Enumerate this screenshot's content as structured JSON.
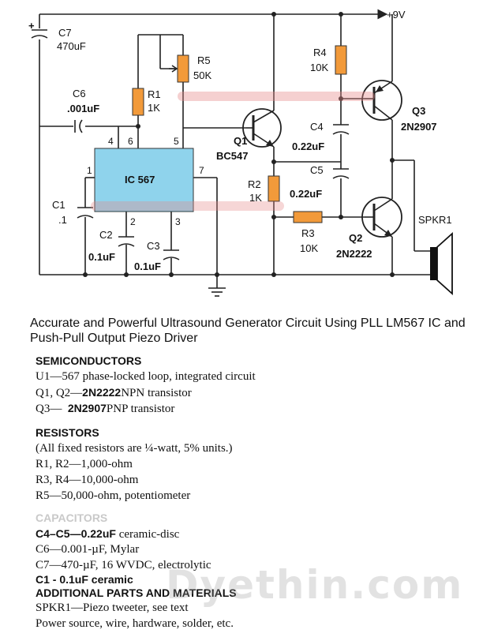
{
  "schematic": {
    "supply": "+9V",
    "ic": {
      "name": "IC 567",
      "pins": [
        "1",
        "4",
        "6",
        "5",
        "7",
        "2",
        "3"
      ]
    },
    "components": {
      "c7": {
        "ref": "C7",
        "value": "470uF"
      },
      "c6": {
        "ref": "C6",
        "value": ".001uF"
      },
      "r1": {
        "ref": "R1",
        "value": "1K"
      },
      "r5": {
        "ref": "R5",
        "value": "50K"
      },
      "r4": {
        "ref": "R4",
        "value": "10K"
      },
      "q1": {
        "ref": "Q1",
        "value": "BC547"
      },
      "q3": {
        "ref": "Q3",
        "value": "2N2907"
      },
      "c4": {
        "ref": "C4",
        "value": "0.22uF"
      },
      "c5": {
        "ref": "C5",
        "value": "0.22uF"
      },
      "r2": {
        "ref": "R2",
        "value": "1K"
      },
      "c1": {
        "ref": "C1",
        "value": ".1"
      },
      "c2": {
        "ref": "C2",
        "value": "0.1uF"
      },
      "c3": {
        "ref": "C3",
        "value": "0.1uF"
      },
      "r3": {
        "ref": "R3",
        "value": "10K"
      },
      "q2": {
        "ref": "Q2",
        "value": "2N2222"
      },
      "spkr": {
        "ref": "SPKR1"
      }
    }
  },
  "caption": "Accurate and Powerful Ultrasound Generator Circuit Using PLL LM567 IC and Push-Pull Output Piezo Driver",
  "parts_list": {
    "semiconductors": {
      "heading": "SEMICONDUCTORS",
      "u1": "U1—567 phase-locked loop, integrated circuit",
      "q1q2_prefix": "Q1, Q2—",
      "q1q2_part": "2N2222",
      "q1q2_suffix": "NPN transistor",
      "q3_prefix": "Q3—",
      "q3_part": "2N2907",
      "q3_suffix": "PNP transistor"
    },
    "resistors": {
      "heading": "RESISTORS",
      "note": "(All fixed resistors are ¼-watt, 5% units.)",
      "r1r2": "R1, R2—1,000-ohm",
      "r3r4": "R3, R4—10,000-ohm",
      "r5": "R5—50,000-ohm, potentiometer"
    },
    "capacitors": {
      "heading": "CAPACITORS",
      "c4c5_prefix": "C4–C5—",
      "c4c5_value": "0.22uF",
      "c4c5_suffix": "ceramic-disc",
      "c6": "C6—0.001-µF, Mylar",
      "c7": "C7—470-µF, 16 WVDC, electrolytic",
      "c1": "C1 - 0.1uF ceramic"
    },
    "additional": {
      "heading": "ADDITIONAL PARTS AND MATERIALS",
      "spkr": "SPKR1—Piezo tweeter, see text",
      "power": "Power source, wire, hardware, solder, etc."
    }
  },
  "watermark": "Dyethin.com",
  "colors": {
    "ic_fill": "#8fd3ec",
    "resistor_fill": "#f29a3a",
    "wire": "#222222",
    "smudge": "#e58a8a"
  }
}
